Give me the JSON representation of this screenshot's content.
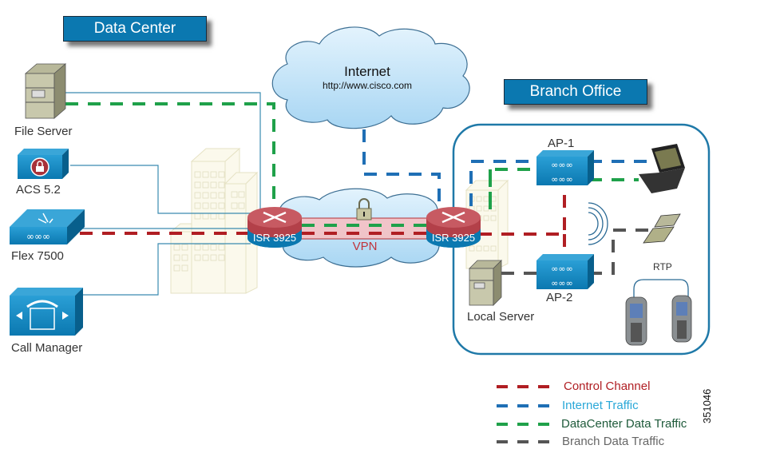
{
  "sections": {
    "data_center": "Data Center",
    "branch_office": "Branch Office"
  },
  "internet": {
    "title": "Internet",
    "url": "http://www.cisco.com"
  },
  "vpn_label": "VPN",
  "devices": {
    "file_server": "File Server",
    "acs": "ACS 5.2",
    "flex": "Flex 7500",
    "call_manager": "Call Manager",
    "router_left": "ISR 3925",
    "router_right": "ISR 3925",
    "ap1": "AP-1",
    "ap2": "AP-2",
    "local_server": "Local Server",
    "rtp": "RTP"
  },
  "legend": [
    {
      "label": "Control Channel",
      "color": "#b01e23",
      "text_color": "#b01e23"
    },
    {
      "label": "Internet  Traffic",
      "color": "#1f6fb5",
      "text_color": "#2aa8d8"
    },
    {
      "label": "DataCenter Data Traffic",
      "color": "#1fa14a",
      "text_color": "#1e5a3a"
    },
    {
      "label": "Branch Data Traffic",
      "color": "#555555",
      "text_color": "#666666"
    }
  ],
  "figure_id": "351046",
  "colors": {
    "control": "#b01e23",
    "internet": "#1f6fb5",
    "datacenter": "#1fa14a",
    "branch": "#555555",
    "cisco_blue": "#0b78b0"
  }
}
